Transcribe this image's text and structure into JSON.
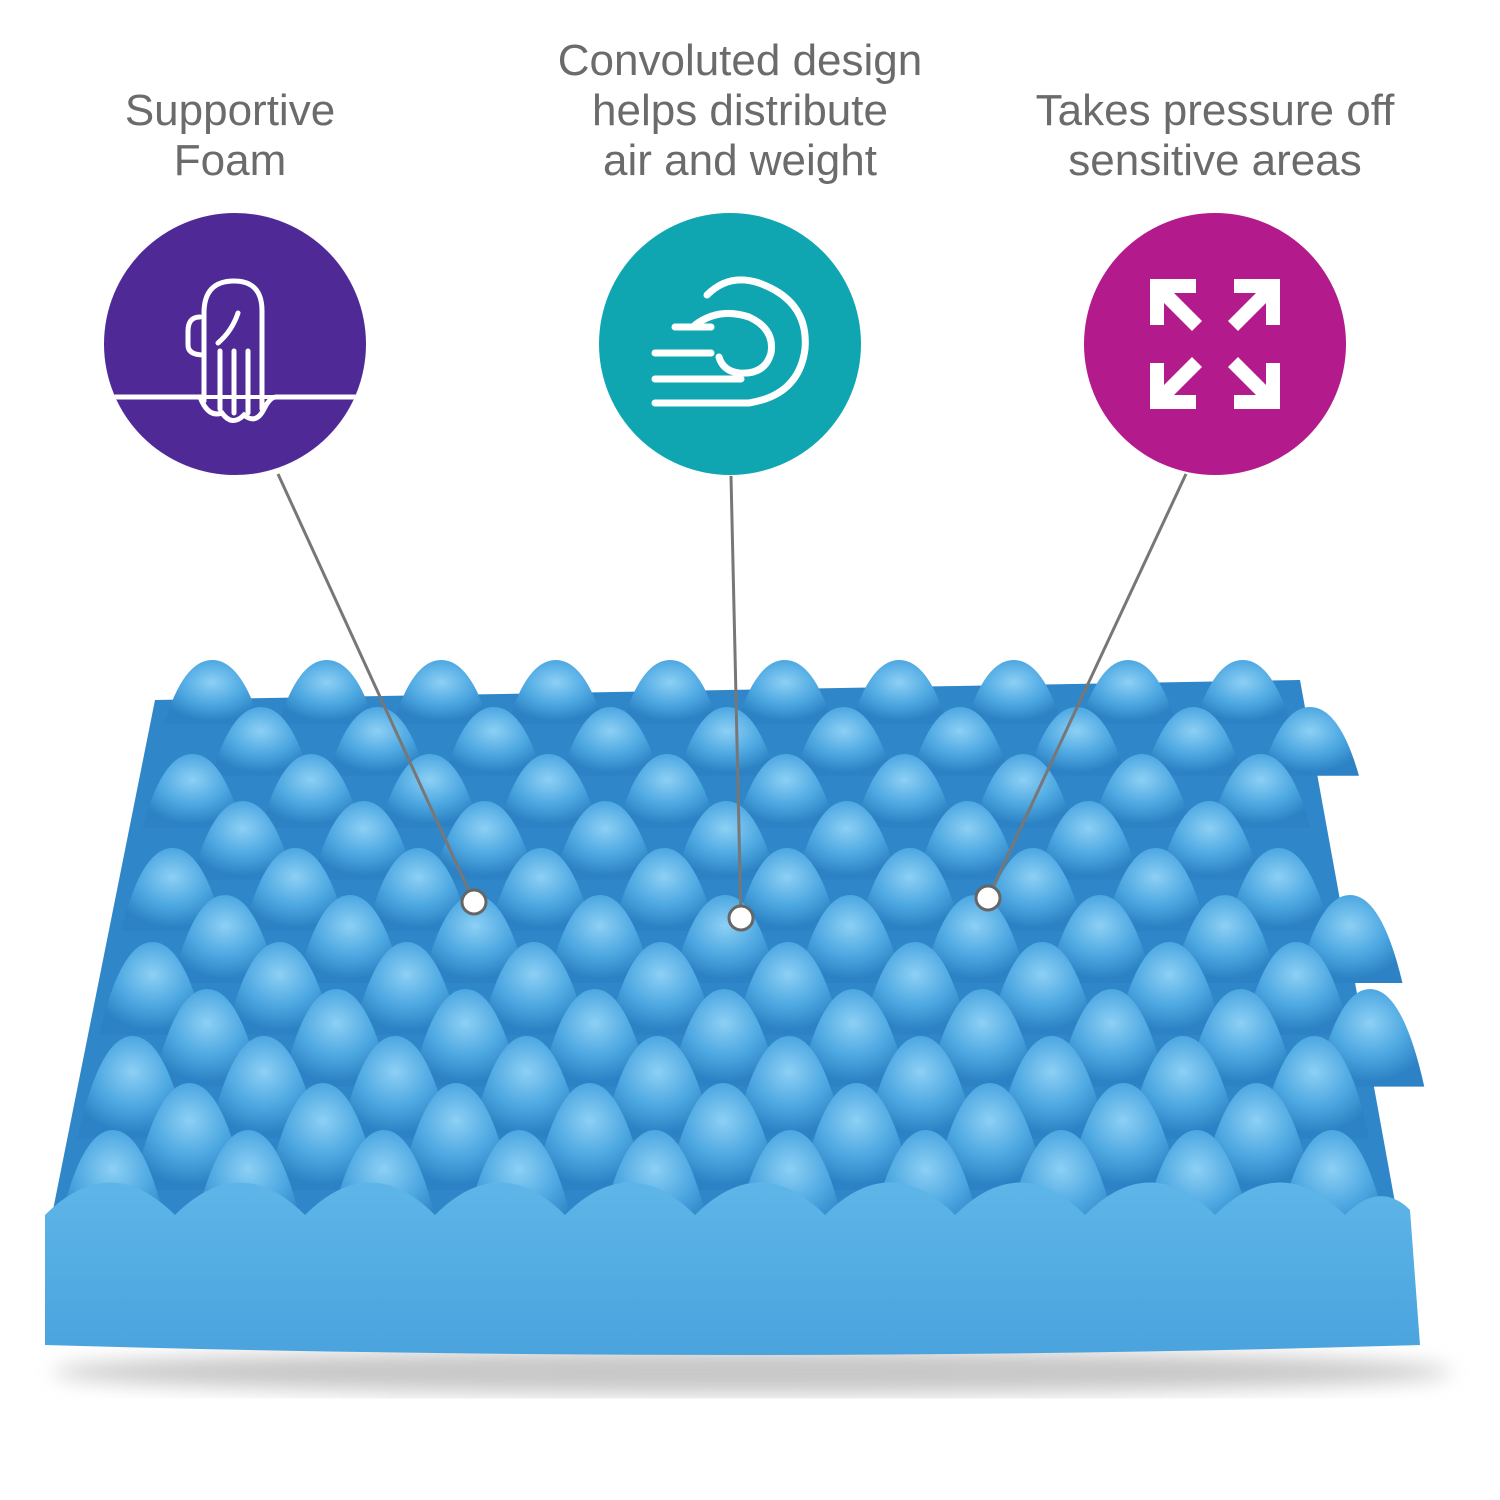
{
  "features": [
    {
      "caption": "Supportive\nFoam",
      "icon": "hand-pressing-foam-icon",
      "color": "#4f2a97"
    },
    {
      "caption": "Convoluted design\nhelps distribute\nair and weight",
      "icon": "airflow-wind-icon",
      "color": "#10a6b1"
    },
    {
      "caption": "Takes pressure off\nsensitive areas",
      "icon": "expand-arrows-icon",
      "color": "#b31a8c"
    }
  ],
  "product": {
    "image": "blue-convoluted-egg-crate-foam-cushion",
    "color": "#4aa6e0"
  }
}
